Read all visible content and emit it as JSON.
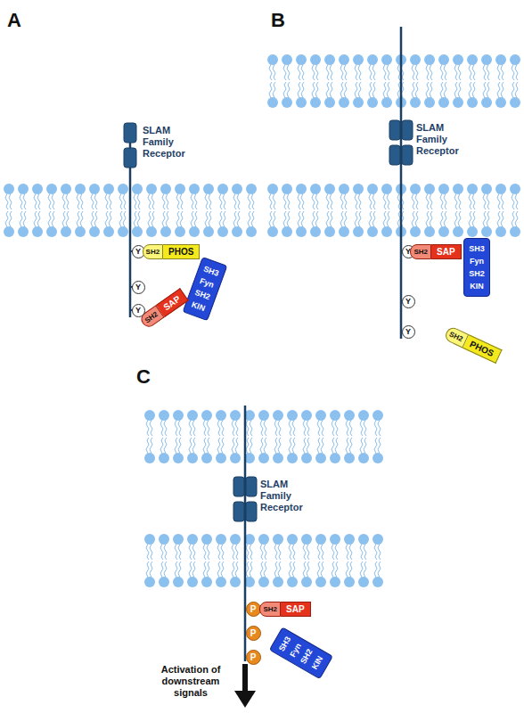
{
  "diagram": {
    "nodes": [
      {
        "text": [
          "Y"
        ]
      },
      {
        "text": [
          "SH2",
          "PHOS"
        ]
      },
      {
        "text": [
          "Y"
        ]
      },
      {
        "text": [
          "SH3",
          "Fyn",
          "SH2",
          "KIN"
        ]
      },
      {
        "text": [
          "SH2",
          "SAP"
        ]
      },
      {
        "text": [
          "Y"
        ]
      },
      {
        "text": [
          "Y"
        ]
      },
      {
        "text": [
          "SH2",
          "SAP"
        ]
      },
      {
        "text": [
          "SH3",
          "Fyn",
          "SH2",
          "KIN"
        ]
      },
      {
        "text": [
          "Y"
        ]
      },
      {
        "text": [
          "Y"
        ]
      },
      {
        "text": [
          "SH2",
          "PHOS"
        ]
      },
      {
        "text": [
          "P"
        ]
      },
      {
        "text": [
          "SH2",
          "SAP"
        ]
      },
      {
        "text": [
          "P"
        ]
      },
      {
        "text": [
          "SH3",
          "Fyn",
          "SH2",
          "KIN"
        ]
      },
      {
        "text": [
          "P"
        ]
      }
    ],
    "labels": [
      "A",
      "B",
      "C",
      "SLAM Family Receptor",
      "SLAM Family Receptor",
      "SLAM Family Receptor",
      "Activation of downstream signals"
    ]
  }
}
